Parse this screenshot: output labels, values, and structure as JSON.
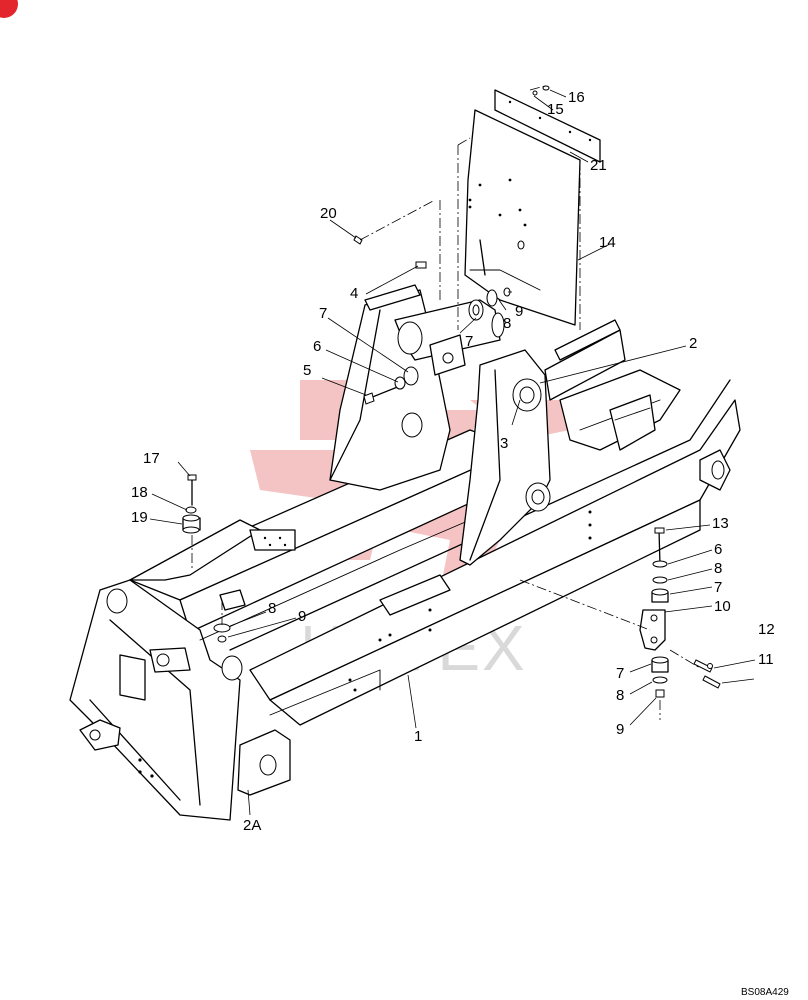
{
  "callouts": {
    "c1": "1",
    "c2": "2",
    "c2a": "2A",
    "c3": "3",
    "c4": "4",
    "c5": "5",
    "c6a": "6",
    "c6b": "6",
    "c7a": "7",
    "c7b": "7",
    "c7c": "7",
    "c7d": "7",
    "c8a": "8",
    "c8b": "8",
    "c8c": "8",
    "c8d": "8",
    "c9a": "9",
    "c9b": "9",
    "c9c": "9",
    "c10": "10",
    "c11": "11",
    "c12": "12",
    "c13": "13",
    "c14": "14",
    "c15": "15",
    "c16": "16",
    "c17": "17",
    "c18": "18",
    "c19": "19",
    "c20": "20",
    "c21": "21"
  },
  "drawing_code": "BS08A429",
  "watermark_text": "ИНТЕХ",
  "colors": {
    "line": "#000000",
    "watermark_logo": "#f3b9b9",
    "watermark_text": "#d9d9d9",
    "corner_badge": "#e3262d"
  }
}
